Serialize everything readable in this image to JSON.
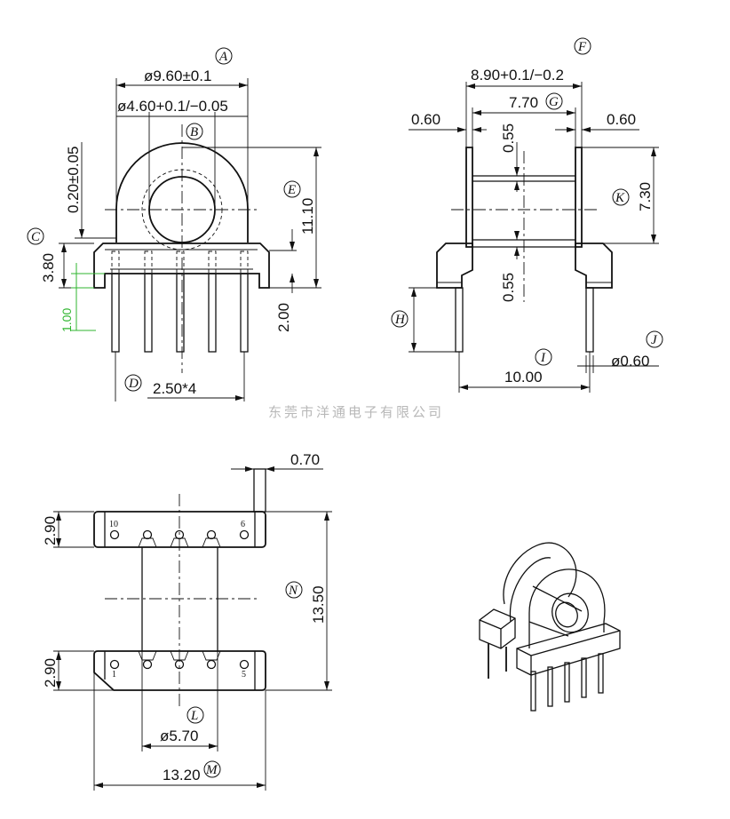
{
  "front_view": {
    "dims": {
      "outer_diameter": "ø9.60±0.1",
      "inner_diameter": "ø4.60+0.1/−0.05",
      "flange_thickness": "0.20±0.05",
      "base_height": "3.80",
      "standoff": "1.00",
      "height": "11.10",
      "pin_offset": "2.00",
      "pin_pitch": "2.50*4"
    },
    "labels": {
      "a": "A",
      "b": "B",
      "c": "C",
      "d": "D",
      "e": "E"
    }
  },
  "side_view": {
    "dims": {
      "overall_width": "8.90+0.1/−0.2",
      "winding_width": "7.70",
      "left_wall": "0.60",
      "right_wall": "0.60",
      "top_gap": "0.55",
      "bottom_gap": "0.55",
      "winding_height": "7.30",
      "row_spacing": "10.00",
      "pin_diameter": "ø0.60"
    },
    "labels": {
      "f": "F",
      "g": "G",
      "h": "H",
      "i": "I",
      "j": "J",
      "k": "K"
    }
  },
  "bottom_view": {
    "dims": {
      "top_row_depth": "2.90",
      "bottom_row_depth": "2.90",
      "overall_depth": "13.50",
      "wall": "0.70",
      "core_width": "ø5.70",
      "base_width": "13.20"
    },
    "labels": {
      "l": "L",
      "m": "M",
      "n": "N"
    },
    "pins": {
      "top_left": "10",
      "top_right": "6",
      "bottom_left": "1",
      "bottom_right": "5"
    }
  },
  "watermark": "东莞市洋通电子有限公司"
}
